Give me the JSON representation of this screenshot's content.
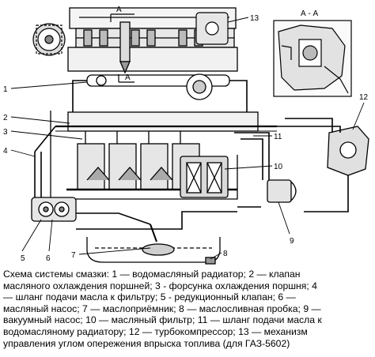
{
  "figure": {
    "callouts": [
      "1",
      "2",
      "3",
      "4",
      "5",
      "6",
      "7",
      "8",
      "9",
      "10",
      "11",
      "12",
      "13"
    ],
    "section_mark": "А",
    "section_view_title": "А - А"
  },
  "caption": {
    "lines": [
      "Схема системы смазки: 1 — водомасляный радиатор; 2 — клапан",
      "масляного охлаждения поршней; 3 - форсунка охлаждения поршня; 4",
      "— шланг подачи масла к фильтру; 5 - редукционный клапан; 6 —",
      "масляный насос; 7 — маслоприёмник; 8 — маслосливная пробка; 9 —",
      "вакуумный насос; 10 — масляный фильтр; 11 — шланг подачи масла к",
      "водомасляному радиатору; 12 — турбокомпрессор; 13 — механизм",
      "управления углом опережения впрыска топлива (для ГАЗ-5602)"
    ]
  }
}
